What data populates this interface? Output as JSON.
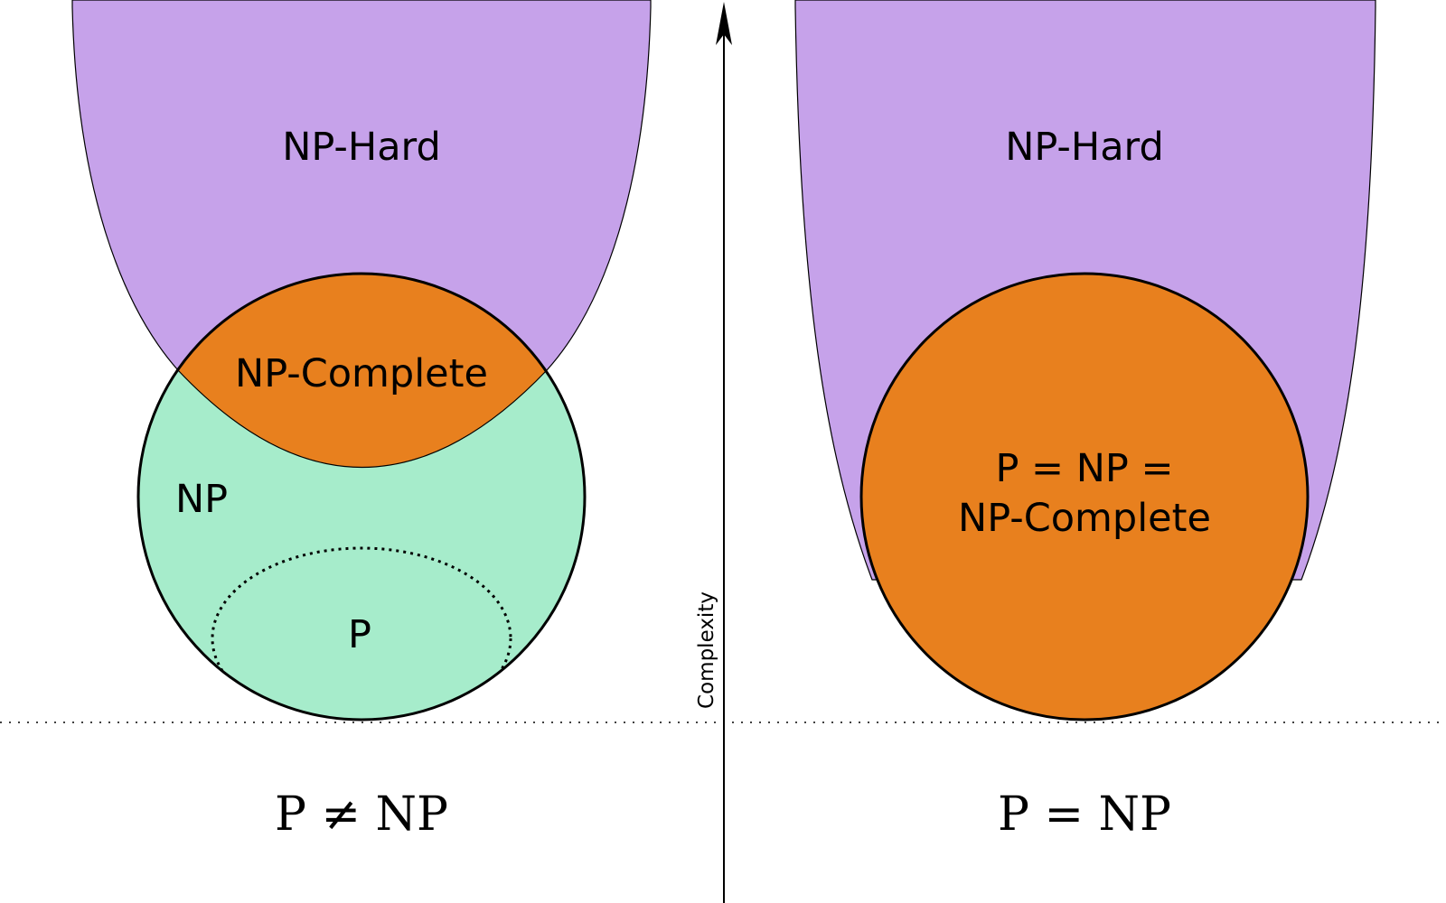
{
  "colors": {
    "np_hard": "#c6a2ea",
    "np_complete": "#e8801e",
    "np": "#a6eccb",
    "stroke": "#000000",
    "background": "#ffffff"
  },
  "left_panel": {
    "np_hard_label": "NP-Hard",
    "np_complete_label": "NP-Complete",
    "np_label": "NP",
    "p_label": "P",
    "caption": "P ≠ NP"
  },
  "right_panel": {
    "np_hard_label": "NP-Hard",
    "merged_label_line1": "P = NP =",
    "merged_label_line2": "NP-Complete",
    "caption": "P = NP"
  },
  "axis": {
    "label": "Complexity"
  }
}
